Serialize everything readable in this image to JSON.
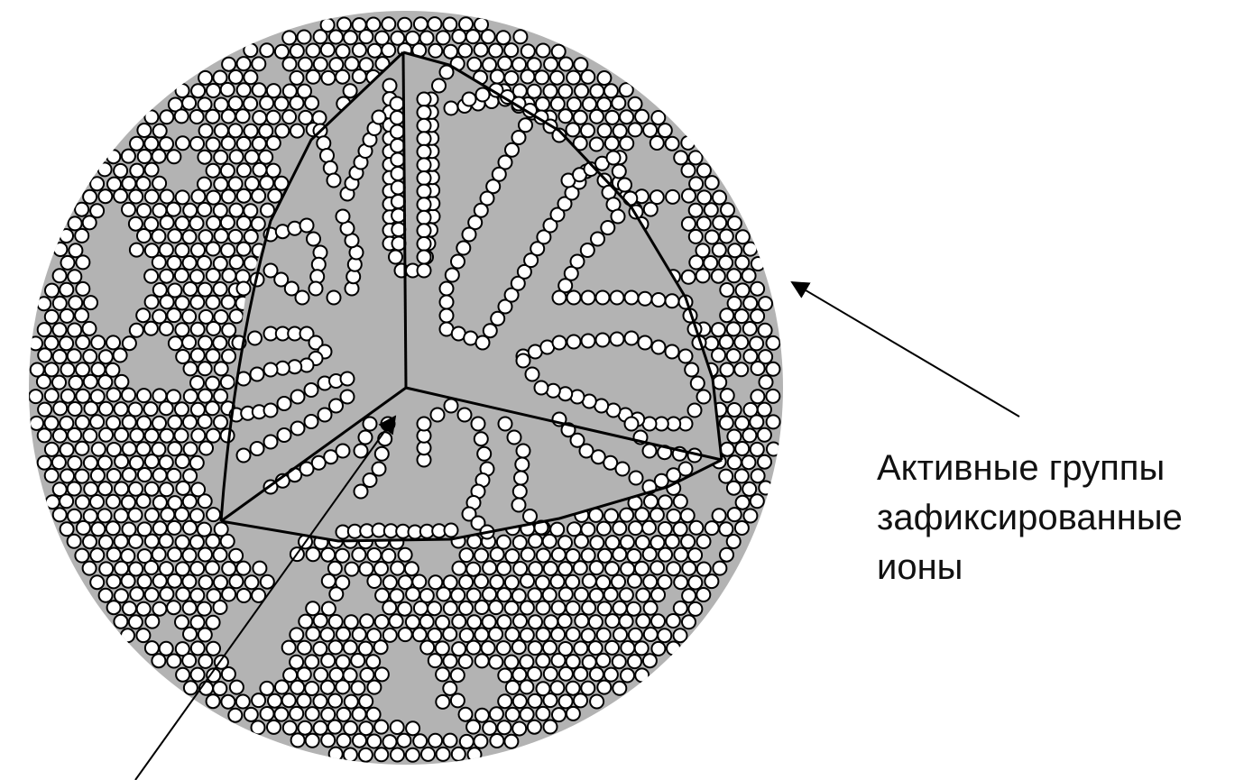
{
  "colors": {
    "matrix": "#b3b3b3",
    "bead_fill": "#ffffff",
    "bead_stroke": "#000000",
    "line": "#000000",
    "text": "#111111",
    "background": "#ffffff"
  },
  "annotation": {
    "lines": [
      "Активные группы",
      "зафиксированные",
      "ионы"
    ]
  },
  "legend_icons": {
    "pointer_right": "arrow-icon",
    "pointer_bottom": "arrow-icon"
  }
}
